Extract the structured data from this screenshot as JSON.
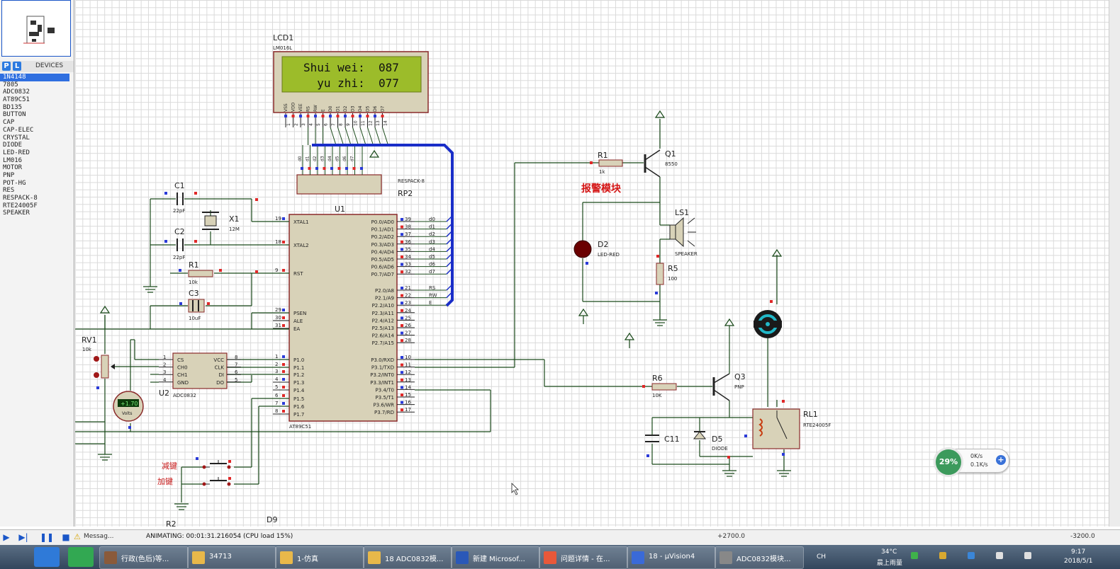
{
  "devices_panel": {
    "mode_p": "P",
    "mode_l": "L",
    "title": "DEVICES",
    "items": [
      "1N4148",
      "7805",
      "ADC0832",
      "AT89C51",
      "BD135",
      "BUTTON",
      "CAP",
      "CAP-ELEC",
      "CRYSTAL",
      "DIODE",
      "LED-RED",
      "LM016",
      "MOTOR",
      "PNP",
      "POT-HG",
      "RES",
      "RESPACK-8",
      "RTE24005F",
      "SPEAKER"
    ]
  },
  "lcd": {
    "ref": "LCD1",
    "model": "LM016L",
    "line1": "Shui wei:  087",
    "line2": "  yu zhi:  077",
    "pin_labels": [
      "VSS",
      "VDD",
      "VEE",
      "RS",
      "RW",
      "E",
      "D0",
      "D1",
      "D2",
      "D3",
      "D4",
      "D5",
      "D6",
      "D7"
    ],
    "pin_numbers": [
      "1",
      "2",
      "3",
      "4",
      "5",
      "6",
      "7",
      "8",
      "9",
      "10",
      "11",
      "12",
      "13",
      "14"
    ]
  },
  "respack": {
    "ref": "RP2",
    "model": "RESPACK-8"
  },
  "mcu": {
    "ref": "U1",
    "model": "AT89C51",
    "left_pins": [
      [
        "19",
        "XTAL1"
      ],
      [
        "18",
        "XTAL2"
      ],
      [
        "9",
        "RST"
      ],
      [
        "29",
        "PSEN"
      ],
      [
        "30",
        "ALE"
      ],
      [
        "31",
        "EA"
      ],
      [
        "1",
        "P1.0"
      ],
      [
        "2",
        "P1.1"
      ],
      [
        "3",
        "P1.2"
      ],
      [
        "4",
        "P1.3"
      ],
      [
        "5",
        "P1.4"
      ],
      [
        "6",
        "P1.5"
      ],
      [
        "7",
        "P1.6"
      ],
      [
        "8",
        "P1.7"
      ]
    ],
    "right_pins_p0": [
      [
        "39",
        "P0.0/AD0"
      ],
      [
        "38",
        "P0.1/AD1"
      ],
      [
        "37",
        "P0.2/AD2"
      ],
      [
        "36",
        "P0.3/AD3"
      ],
      [
        "35",
        "P0.4/AD4"
      ],
      [
        "34",
        "P0.5/AD5"
      ],
      [
        "33",
        "P0.6/AD6"
      ],
      [
        "32",
        "P0.7/AD7"
      ]
    ],
    "right_pins_p2": [
      [
        "21",
        "P2.0/A8"
      ],
      [
        "22",
        "P2.1/A9"
      ],
      [
        "23",
        "P2.2/A10"
      ],
      [
        "24",
        "P2.3/A11"
      ],
      [
        "25",
        "P2.4/A12"
      ],
      [
        "26",
        "P2.5/A13"
      ],
      [
        "27",
        "P2.6/A14"
      ],
      [
        "28",
        "P2.7/A15"
      ]
    ],
    "right_pins_p3": [
      [
        "10",
        "P3.0/RXD"
      ],
      [
        "11",
        "P3.1/TXD"
      ],
      [
        "12",
        "P3.2/INT0"
      ],
      [
        "13",
        "P3.3/INT1"
      ],
      [
        "14",
        "P3.4/T0"
      ],
      [
        "15",
        "P3.5/T1"
      ],
      [
        "16",
        "P3.6/WR"
      ],
      [
        "17",
        "P3.7/RD"
      ]
    ],
    "p0_net_labels": [
      "d0",
      "d1",
      "d2",
      "d3",
      "d4",
      "d5",
      "d6",
      "d7"
    ],
    "p2_net_labels": [
      "RS",
      "RW",
      "E"
    ]
  },
  "parts": {
    "c1_ref": "C1",
    "c1_val": "22pF",
    "c2_ref": "C2",
    "c2_val": "22pF",
    "x1_ref": "X1",
    "x1_val": "12M",
    "r1_ref": "R1",
    "r1_val": "10k",
    "c3_ref": "C3",
    "c3_val": "10uF",
    "rv1_ref": "RV1",
    "rv1_val": "10k",
    "voltmeter_val": "+1.70",
    "voltmeter_unit": "Volts",
    "u2_ref": "U2",
    "u2_model": "ADC0832",
    "u2_left": [
      [
        "1",
        "CS"
      ],
      [
        "2",
        "CH0"
      ],
      [
        "3",
        "CH1"
      ],
      [
        "4",
        "GND"
      ]
    ],
    "u2_right": [
      [
        "8",
        "VCC"
      ],
      [
        "7",
        "CLK"
      ],
      [
        "6",
        "DI"
      ],
      [
        "5",
        "DO"
      ]
    ],
    "btn_minus": "减键",
    "btn_plus": "加键",
    "r2_ref": "R2",
    "d9_ref": "D9",
    "alarm_r_ref": "R1",
    "alarm_r_val": "1k",
    "q1_ref": "Q1",
    "q1_model": "8550",
    "alarm_title": "报警模块",
    "d2_ref": "D2",
    "d2_model": "LED-RED",
    "ls1_ref": "LS1",
    "ls1_model": "SPEAKER",
    "r5_ref": "R5",
    "r5_val": "100",
    "r6_ref": "R6",
    "r6_val": "10K",
    "q3_ref": "Q3",
    "q3_model": "PNP",
    "rl1_ref": "RL1",
    "rl1_model": "RTE24005F",
    "c11_ref": "C11",
    "d5_ref": "D5",
    "d5_model": "DIODE"
  },
  "statusbar": {
    "messages": "Messag...",
    "animating": "ANIMATING: 00:01:31.216054 (CPU load 15%)",
    "coord1": "+2700.0",
    "coord2": "-3200.0"
  },
  "perf": {
    "percent": "29%",
    "up": "0K/s",
    "down": "0.1K/s"
  },
  "taskbar": {
    "items": [
      "行政(色后)等...",
      "34713",
      "1-仿真",
      "18 ADC0832模...",
      "新建 Microsof...",
      "问题详情 - 在...",
      "18 - μVision4",
      "ADC0832模块..."
    ],
    "lang": "CH",
    "temp": "34°C",
    "weather": "晨上雨量",
    "time": "9:17",
    "date": "2018/5/1"
  }
}
